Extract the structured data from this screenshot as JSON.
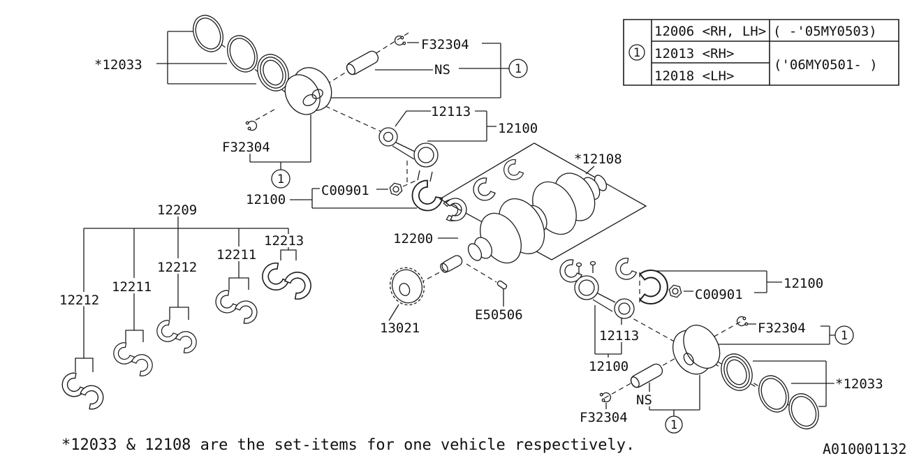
{
  "doc": {
    "note": "*12033 & 12108 are the set-items for one vehicle respectively.",
    "code": "A010001132"
  },
  "ref_table": {
    "ref_marker": "1",
    "rows": [
      {
        "part": "12006 <RH, LH>",
        "applicability": "( -'05MY0503)"
      },
      {
        "part": "12013 <RH>",
        "applicability": "('06MY0501- )"
      },
      {
        "part": "12018 <LH>"
      }
    ]
  },
  "parts": {
    "piston_ring_set": "*12033",
    "main_bearing_set": "*12108",
    "circlip": "F32304",
    "piston_pin": "NS",
    "connecting_rod": "12113",
    "connecting_rod_assy": "12100",
    "connecting_rod_nut": "C00901",
    "crankshaft": "12200",
    "crankshaft_sprocket": "13021",
    "woodruff_key": "E50506",
    "main_bearing_set_no": "12209",
    "main_bearing_a": "12211",
    "main_bearing_b": "12212",
    "main_bearing_c": "12213",
    "ref_marker": "1"
  }
}
